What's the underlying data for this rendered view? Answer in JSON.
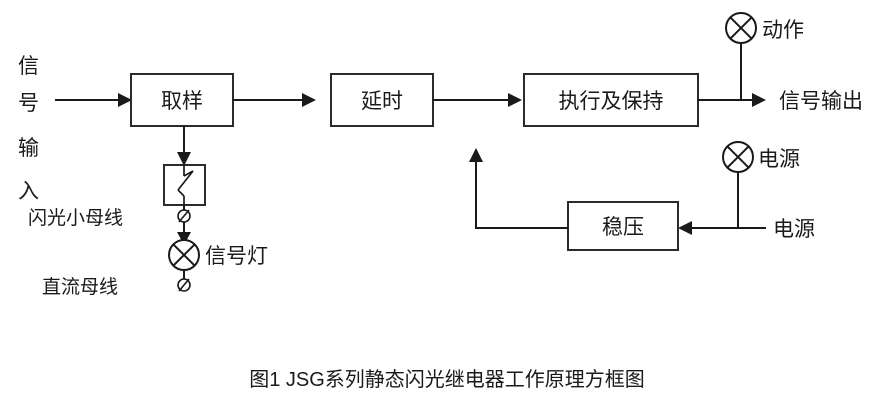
{
  "figure": {
    "caption": "图1  JSG系列静态闪光继电器工作原理方框图",
    "background_color": "#ffffff",
    "line_color": "#1a1a1a",
    "box_border_color": "#2b2b2b",
    "text_color": "#1a1a1a"
  },
  "blocks": [
    {
      "id": "sampling",
      "label": "取样"
    },
    {
      "id": "delay",
      "label": "延时"
    },
    {
      "id": "execute-hold",
      "label": "执行及保持"
    },
    {
      "id": "voltage-regulator",
      "label": "稳压"
    },
    {
      "id": "contact-switch",
      "label": ""
    }
  ],
  "labels": {
    "signal_input_vertical": [
      "信",
      "号",
      "输",
      "入"
    ],
    "flash_bus": "闪光小母线",
    "dc_bus": "直流母线",
    "signal_lamp": "信号灯",
    "action_lamp": "动作",
    "signal_output": "信号输出",
    "power_lamp": "电源",
    "power_input": "电源"
  },
  "symbols": {
    "lamp": "lamp-cross-circle",
    "terminal": "terminal-slashed-circle",
    "contact": "break-contact-switch"
  }
}
